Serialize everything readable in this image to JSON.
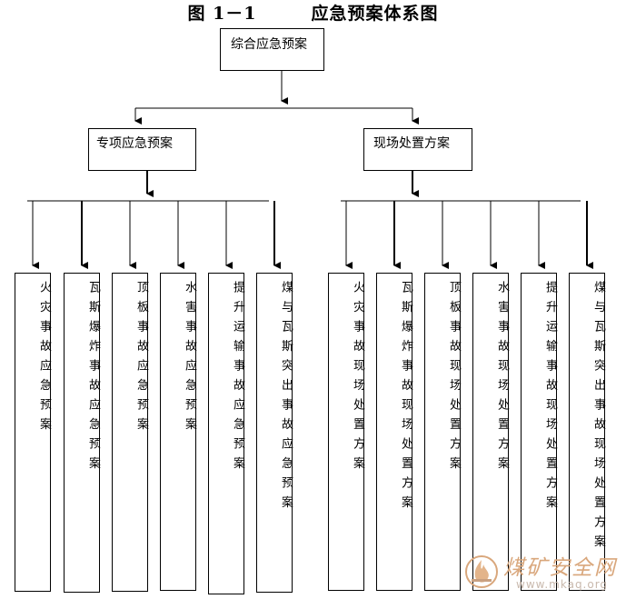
{
  "title": "图 1－1　　　应急预案体系图",
  "root": "综合应急预案",
  "branches": [
    {
      "label": "专项应急预案",
      "children": [
        "火灾事故应急预案",
        "瓦斯爆炸事故应急预案",
        "顶板事故应急预案",
        "水害事故应急预案",
        "提升运输事故应急预案",
        "煤与瓦斯突出事故应急预案"
      ]
    },
    {
      "label": "现场处置方案",
      "children": [
        "火灾事故现场处置方案",
        "瓦斯爆炸事故现场处置方案",
        "顶板事故现场处置方案",
        "水害事故现场处置方案",
        "提升运输事故现场处置方案",
        "煤与瓦斯突出事故现场处置方案"
      ]
    }
  ],
  "watermark": {
    "text": "煤矿安全网",
    "url": "www.mkaq.org"
  }
}
